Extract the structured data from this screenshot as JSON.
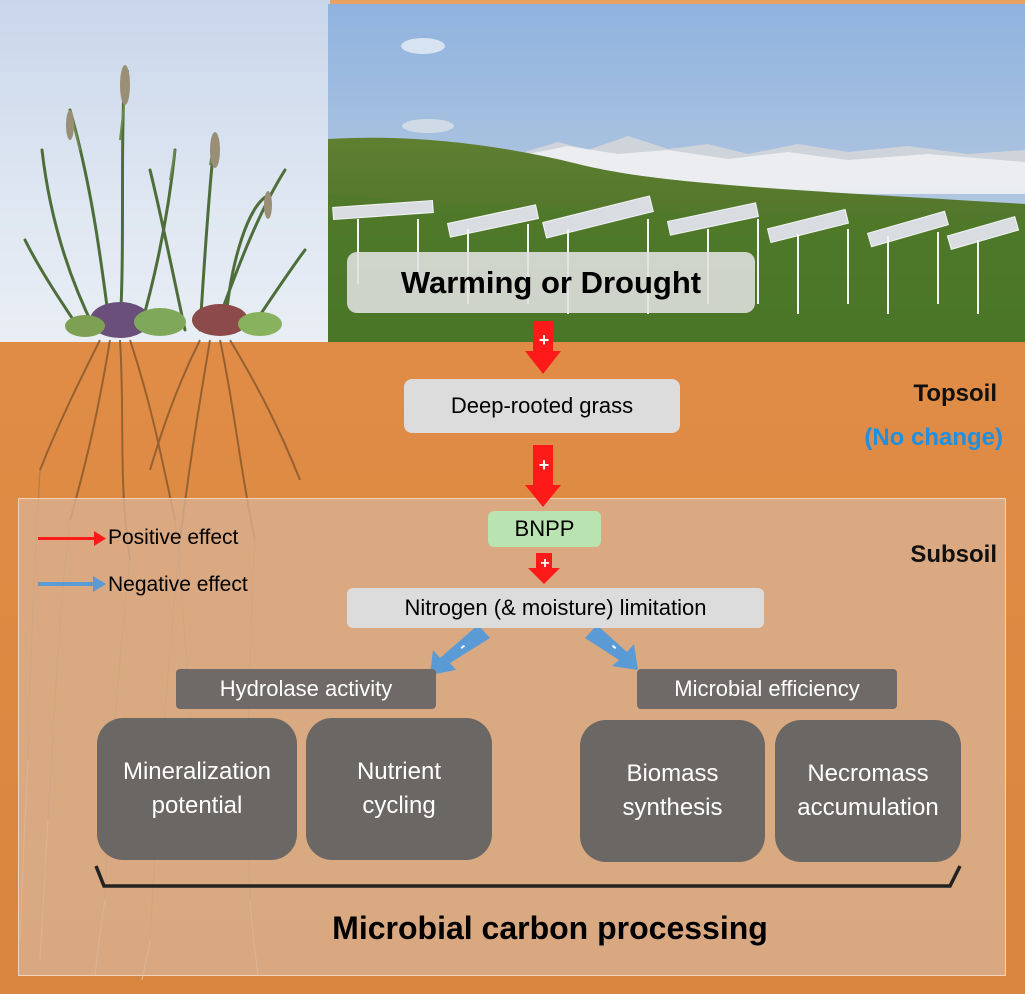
{
  "colors": {
    "positive_arrow": "#ff1a1a",
    "negative_arrow": "#5a9bd5",
    "topsoil_note": "#1f8fe0",
    "bnpp_box": "#b9e3b0",
    "dark_box": "#6b6765",
    "light_box": "#dcdcdc"
  },
  "header": {
    "driver": "Warming or Drought"
  },
  "flow": {
    "grass": "Deep-rooted grass",
    "bnpp": "BNPP",
    "limitation": "Nitrogen (& moisture) limitation",
    "signs": {
      "positive": "+",
      "negative": "-"
    }
  },
  "labels": {
    "topsoil": "Topsoil",
    "topsoil_note": "(No change)",
    "subsoil": "Subsoil"
  },
  "legend": [
    {
      "label": "Positive effect",
      "type": "positive"
    },
    {
      "label": "Negative effect",
      "type": "negative"
    }
  ],
  "branches": {
    "hydrolase": {
      "title": "Hydrolase activity",
      "items": [
        "Mineralization\npotential",
        "Nutrient\ncycling"
      ]
    },
    "efficiency": {
      "title": "Microbial efficiency",
      "items": [
        "Biomass\nsynthesis",
        "Necromass\naccumulation"
      ]
    }
  },
  "summary": "Microbial carbon processing"
}
